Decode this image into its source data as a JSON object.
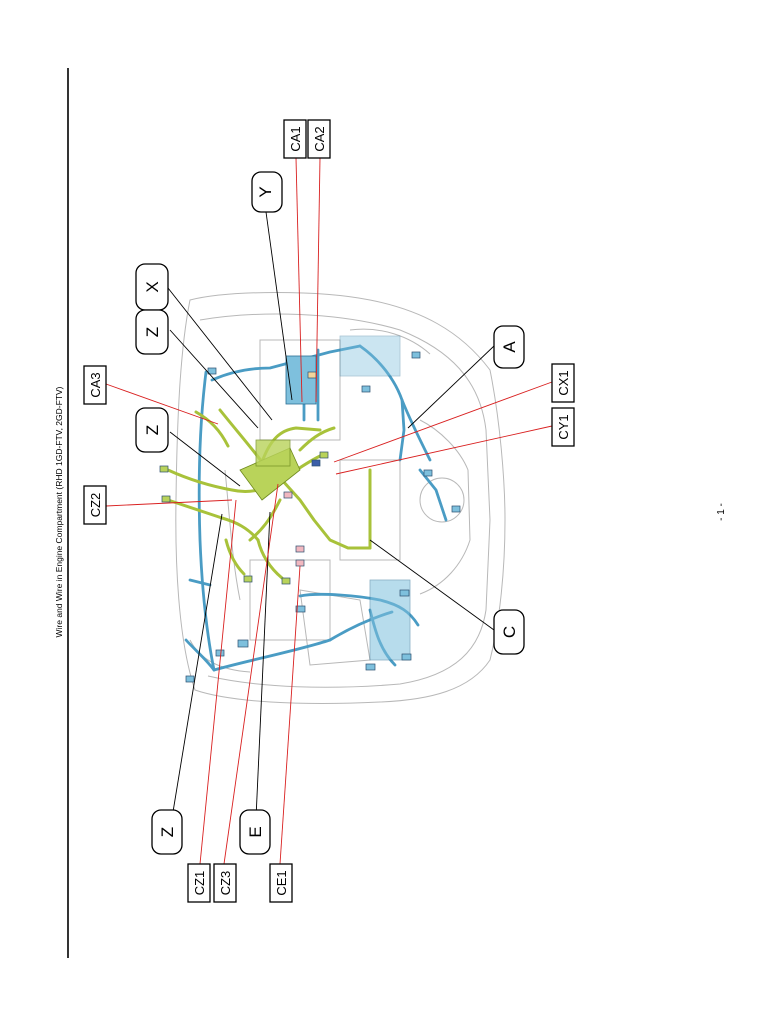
{
  "page": {
    "title": "Wire and Wire in Engine Compartment (RHD 1GD-FTV, 2GD-FTV)",
    "page_number": "- 1 -"
  },
  "colors": {
    "wire_blue": "#4a9cc4",
    "wire_green": "#a8c23a",
    "leader_black": "#000000",
    "leader_red": "#d92020",
    "outline_gray": "#b8b8b8"
  },
  "labels": {
    "round": {
      "y": "Y",
      "x": "X",
      "z_top": "Z",
      "z_mid": "Z",
      "a": "A",
      "c": "C",
      "z_bottom": "Z",
      "e": "E"
    },
    "square": {
      "ca1": "CA1",
      "ca2": "CA2",
      "ca3": "CA3",
      "cz2": "CZ2",
      "cx1": "CX1",
      "cy1": "CY1",
      "cz1": "CZ1",
      "cz3": "CZ3",
      "ce1": "CE1"
    }
  }
}
